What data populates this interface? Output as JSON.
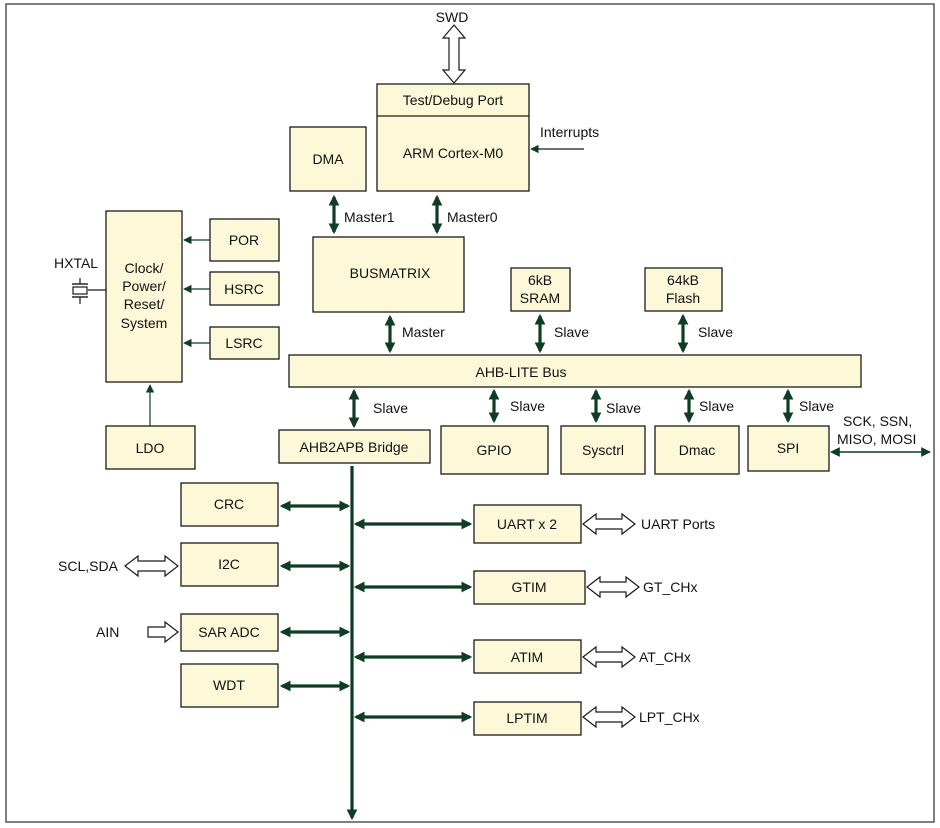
{
  "colors": {
    "block_fill": "#fcf8d8",
    "bus_color": "#0f3d24",
    "outline": "#1a1a1a"
  },
  "blocks": {
    "test_debug_port": "Test/Debug Port",
    "arm_cortex_m0": "ARM Cortex-M0",
    "dma": "DMA",
    "busmatrix": "BUSMATRIX",
    "clock_line1": "Clock/",
    "clock_line2": "Power/",
    "clock_line3": "Reset/",
    "clock_line4": "System",
    "por": "POR",
    "hsrc": "HSRC",
    "lsrc": "LSRC",
    "ldo": "LDO",
    "sram_line1": "6kB",
    "sram_line2": "SRAM",
    "flash_line1": "64kB",
    "flash_line2": "Flash",
    "ahb_lite_bus": "AHB-LITE Bus",
    "ahb2apb_bridge": "AHB2APB Bridge",
    "gpio": "GPIO",
    "sysctrl": "Sysctrl",
    "dmac": "Dmac",
    "spi": "SPI",
    "crc": "CRC",
    "i2c": "I2C",
    "sar_adc": "SAR ADC",
    "wdt": "WDT",
    "uart": "UART x 2",
    "gtim": "GTIM",
    "atim": "ATIM",
    "lptim": "LPTIM"
  },
  "labels": {
    "swd": "SWD",
    "interrupts": "Interrupts",
    "master1": "Master1",
    "master0": "Master0",
    "master": "Master",
    "slave": "Slave",
    "hxtal": "HXTAL",
    "spi_signals_line1": "SCK, SSN,",
    "spi_signals_line2": "MISO, MOSI",
    "uart_ports": "UART Ports",
    "gt_chx": "GT_CHx",
    "at_chx": "AT_CHx",
    "lpt_chx": "LPT_CHx",
    "scl_sda": "SCL,SDA",
    "ain": "AIN"
  }
}
